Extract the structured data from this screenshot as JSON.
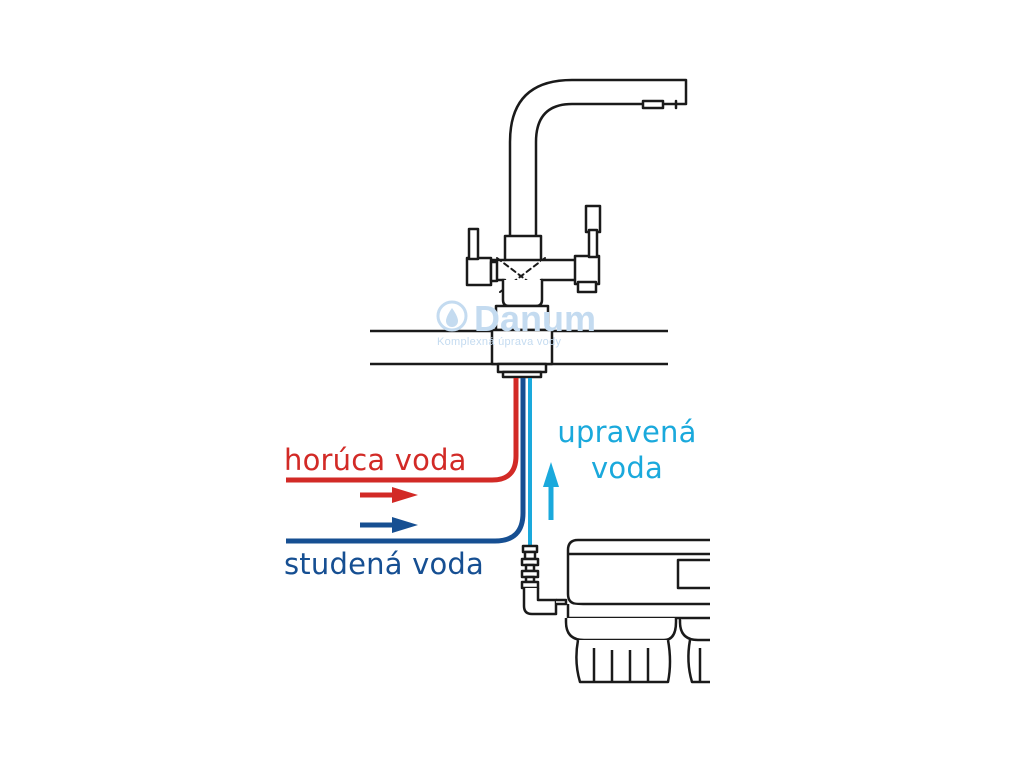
{
  "labels": {
    "hot_water": "horúca voda",
    "cold_water": "studená voda",
    "treated_line1": "upravená",
    "treated_line2": "voda"
  },
  "watermark": {
    "name": "Danum",
    "tagline": "Komplexná úprava vody"
  },
  "colors": {
    "hot": "#d22a26",
    "cold": "#164f92",
    "treated": "#1aa9dc",
    "outline": "#1a1a1a"
  },
  "icons": [
    "water-drop-logo-icon",
    "arrow-right-icon",
    "arrow-up-icon"
  ]
}
